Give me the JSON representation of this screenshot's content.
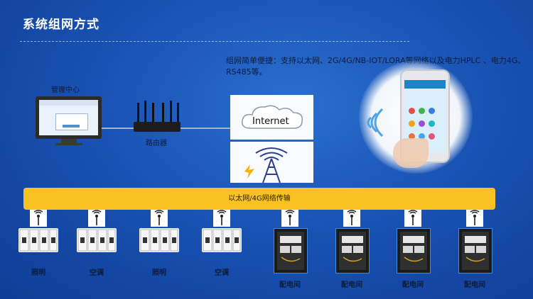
{
  "title": "系统组网方式",
  "description": "组网简单便捷：支持以太网、2G/4G/NB-IOT/LORA等网络以及电力HPLC 、电力4G、RS485等。",
  "nodes": {
    "management_center": "管理中心",
    "router": "路由器",
    "internet": "Internet"
  },
  "transport_label": "以太网/4G网络传输",
  "devices": [
    {
      "type": "breaker",
      "label": "照明"
    },
    {
      "type": "breaker",
      "label": "空调"
    },
    {
      "type": "breaker",
      "label": "照明"
    },
    {
      "type": "breaker",
      "label": "空调"
    },
    {
      "type": "cabinet",
      "label": "配电间"
    },
    {
      "type": "cabinet",
      "label": "配电间"
    },
    {
      "type": "cabinet",
      "label": "配电间"
    },
    {
      "type": "cabinet",
      "label": "配电间"
    }
  ],
  "colors": {
    "background": "#1a53b4",
    "bus": "#f9c223",
    "line": "#a9b3c7"
  }
}
